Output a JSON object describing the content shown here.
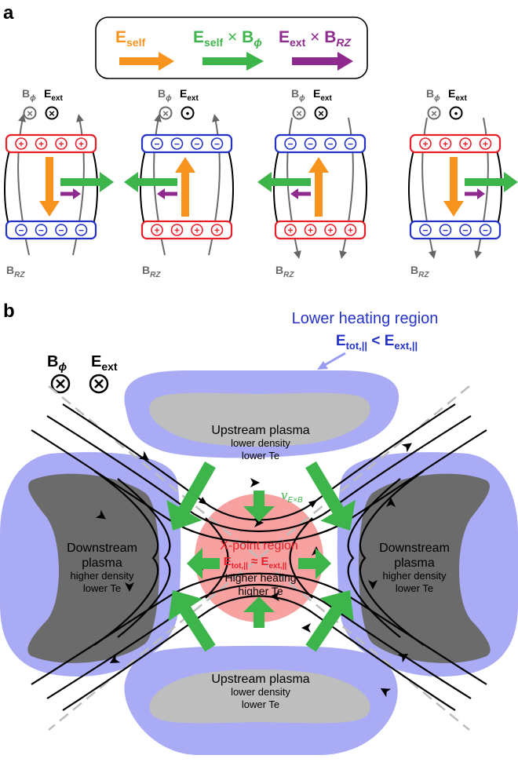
{
  "panel_a": {
    "label": "a",
    "legend": {
      "e_self": "E",
      "e_self_sub": "self",
      "exb_e": "E",
      "exb_e_sub": "self",
      "exb_times": " × ",
      "exb_b": "B",
      "exb_b_sub": "ϕ",
      "ext_e": "E",
      "ext_e_sub": "ext",
      "ext_times": " × ",
      "ext_b": "B",
      "ext_b_sub": "RZ"
    },
    "b_phi": "B",
    "b_phi_sub": "ϕ",
    "e_ext": "E",
    "e_ext_sub": "ext",
    "b_rz": "B",
    "b_rz_sub": "RZ",
    "plus": "+",
    "minus": "−",
    "into_symbol": "×",
    "out_symbol": "•"
  },
  "panel_b": {
    "label": "b",
    "lower_heating_title": "Lower heating region",
    "lower_heating_eq_e1": "E",
    "lower_heating_eq_sub1": "tot,||",
    "lower_heating_eq_op": " < ",
    "lower_heating_eq_e2": "E",
    "lower_heating_eq_sub2": "ext,||",
    "b_phi": "B",
    "b_phi_sub": "ϕ",
    "e_ext": "E",
    "e_ext_sub": "ext",
    "upstream_top": [
      "Upstream plasma",
      "lower density",
      "lower Te"
    ],
    "upstream_bottom": [
      "Upstream plasma",
      "lower density",
      "lower Te"
    ],
    "downstream_left": [
      "Downstream",
      "plasma",
      "higher density",
      "lower Te"
    ],
    "downstream_right": [
      "Downstream",
      "plasma",
      "higher density",
      "lower Te"
    ],
    "xpoint_title": "X-point region",
    "xpoint_eq_e1": "E",
    "xpoint_eq_sub1": "tot,||",
    "xpoint_eq_op": " ≈ ",
    "xpoint_eq_e2": "E",
    "xpoint_eq_sub2": "ext,||",
    "xpoint_lines": [
      "Higher heating",
      "higher Te"
    ],
    "v_exb": "v",
    "v_exb_sub": "E×B"
  },
  "colors": {
    "orange": "#f7941d",
    "green": "#3db54a",
    "purple": "#8e2a8e",
    "red": "#e8202a",
    "blue": "#2432c8",
    "periwinkle": "#a9abf5",
    "gray_light": "#bebebe",
    "gray_dark": "#6b6b6b",
    "pink": "#f7a1a1"
  }
}
